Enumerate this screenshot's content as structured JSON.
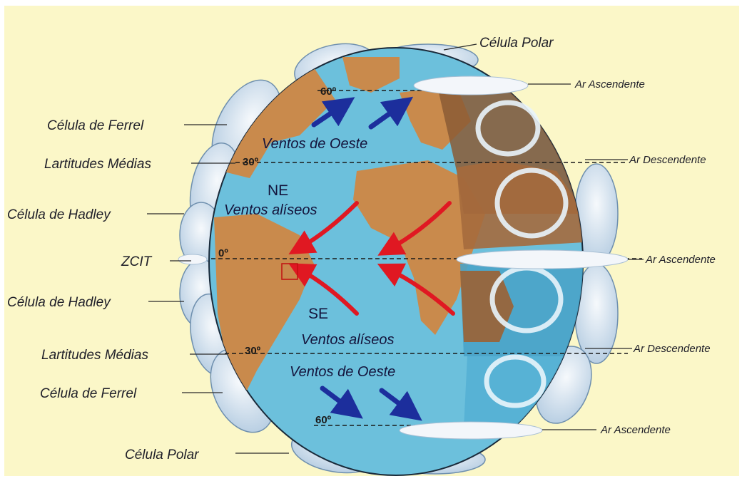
{
  "colors": {
    "background": "#fbf7c8",
    "ocean": "#6cc0dc",
    "land": "#c98a4c",
    "cell": "#dfeaf4",
    "red_arrow": "#e01822",
    "blue_arrow": "#1c2e9c"
  },
  "labels": {
    "left": [
      "Célula de Ferrel",
      "Lartitudes Médias",
      "Célula de Hadley",
      "ZCIT",
      "Célula de Hadley",
      "Lartitudes Médias",
      "Célula de Ferrel",
      "Célula Polar"
    ],
    "top_polar": "Célula Polar",
    "right": [
      "Ar Ascendente",
      "Ar Descendente",
      "Ar Ascendente",
      "Ar Descendente",
      "Ar Ascendente"
    ]
  },
  "latitudes": {
    "n60": "60º",
    "n30": "30º",
    "eq": "0º",
    "s30": "30º",
    "s60": "60º"
  },
  "winds": {
    "westerlies_north": "Ventos de Oeste",
    "ne": "NE",
    "trades_north": "Ventos alíseos",
    "se": "SE",
    "trades_south": "Ventos alíseos",
    "westerlies_south": "Ventos de Oeste"
  }
}
